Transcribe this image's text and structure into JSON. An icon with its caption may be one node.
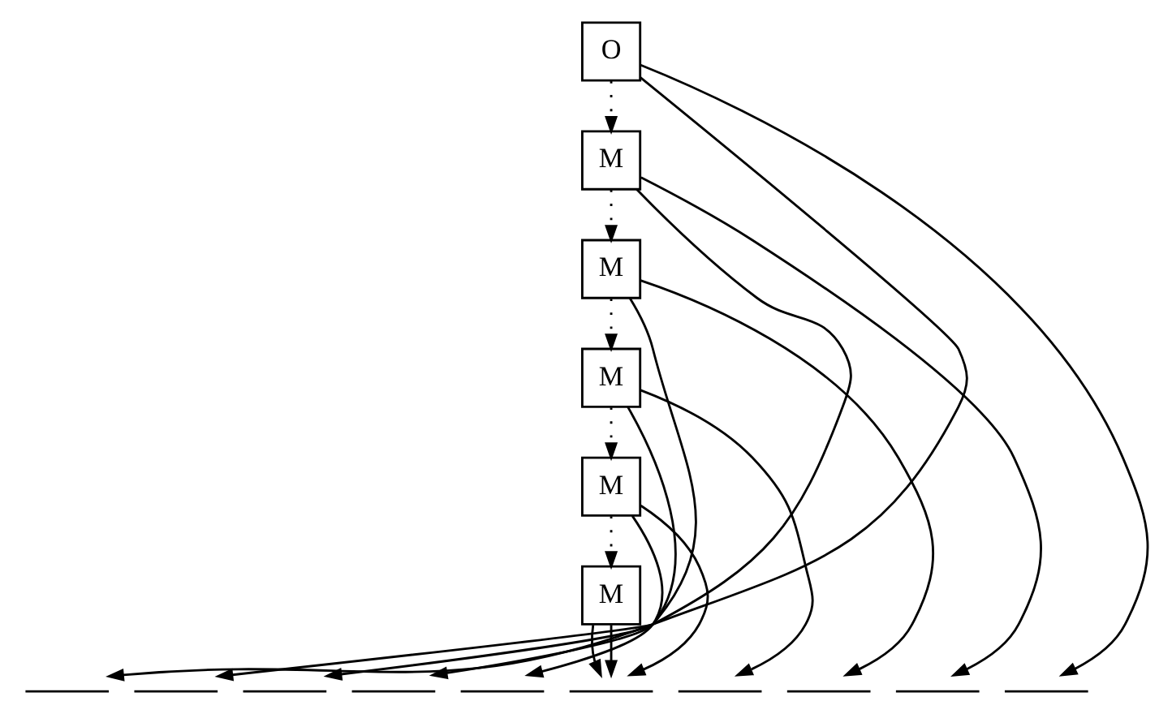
{
  "diagram": {
    "nodes": [
      {
        "text": [
          "O"
        ]
      },
      {
        "text": [
          "M"
        ]
      },
      {
        "text": [
          "M"
        ]
      },
      {
        "text": [
          "M"
        ]
      },
      {
        "text": [
          "M"
        ]
      },
      {
        "text": [
          "M"
        ]
      },
      {
        "text": [],
        "shape": "bracket"
      },
      {
        "text": [],
        "shape": "bracket"
      },
      {
        "text": [],
        "shape": "bracket"
      },
      {
        "text": [],
        "shape": "bracket"
      },
      {
        "text": [],
        "shape": "bracket"
      },
      {
        "text": [],
        "shape": "bracket"
      },
      {
        "text": [],
        "shape": "bracket"
      },
      {
        "text": [],
        "shape": "bracket"
      },
      {
        "text": [],
        "shape": "bracket"
      },
      {
        "text": [],
        "shape": "bracket"
      }
    ],
    "edges": [
      {
        "from": 0,
        "to": 1,
        "arrow": "to",
        "style": "dashed"
      },
      {
        "from": 1,
        "to": 2,
        "arrow": "to",
        "style": "dashed"
      },
      {
        "from": 2,
        "to": 3,
        "arrow": "to",
        "style": "dashed"
      },
      {
        "from": 3,
        "to": 4,
        "arrow": "to",
        "style": "dashed"
      },
      {
        "from": 4,
        "to": 5,
        "arrow": "to",
        "style": "dashed"
      },
      {
        "from": 0,
        "to": 6,
        "arrow": "to"
      },
      {
        "from": 1,
        "to": 7,
        "arrow": "to"
      },
      {
        "from": 2,
        "to": 8,
        "arrow": "to"
      },
      {
        "from": 3,
        "to": 9,
        "arrow": "to"
      },
      {
        "from": 4,
        "to": 10,
        "arrow": "to"
      },
      {
        "from": 5,
        "to": 11,
        "arrow": "to"
      },
      {
        "from": 5,
        "to": 11,
        "arrow": "to"
      },
      {
        "from": 4,
        "to": 11,
        "arrow": "to"
      },
      {
        "from": 3,
        "to": 12,
        "arrow": "to"
      },
      {
        "from": 2,
        "to": 13,
        "arrow": "to"
      },
      {
        "from": 1,
        "to": 14,
        "arrow": "to"
      },
      {
        "from": 0,
        "to": 15,
        "arrow": "to"
      }
    ]
  }
}
